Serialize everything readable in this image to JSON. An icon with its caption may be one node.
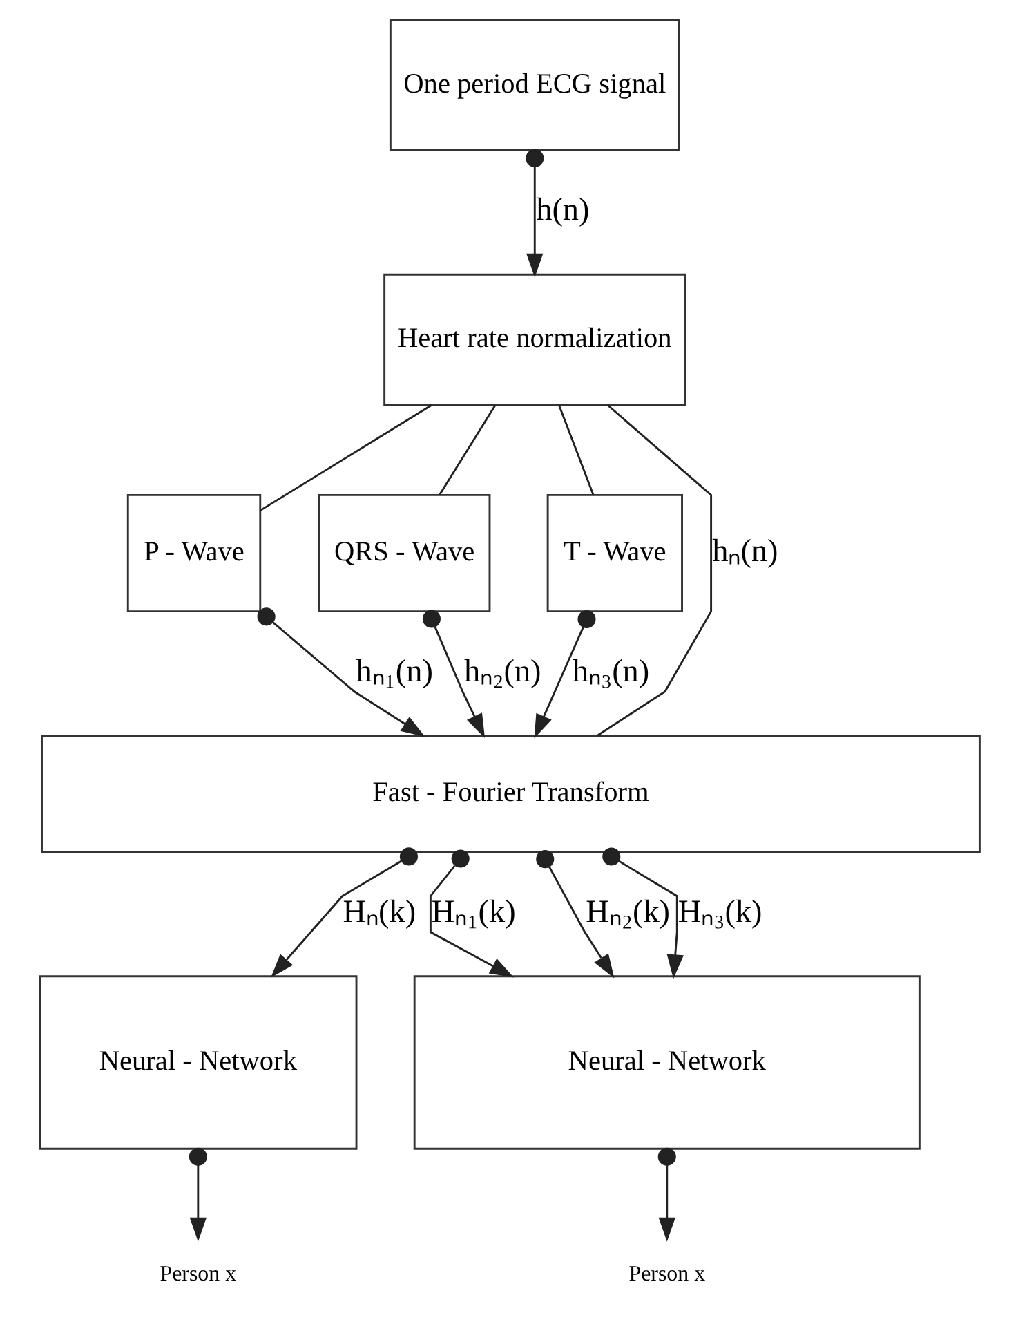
{
  "diagram": {
    "nodes": [
      {
        "text": [
          "One period ECG signal"
        ]
      },
      {
        "text": [
          "Heart rate normalization"
        ]
      },
      {
        "text": [
          "P - Wave"
        ]
      },
      {
        "text": [
          "QRS - Wave"
        ]
      },
      {
        "text": [
          "T - Wave"
        ]
      },
      {
        "text": [
          "Fast - Fourier Transform"
        ]
      },
      {
        "text": [
          "Neural - Network"
        ]
      },
      {
        "text": [
          "Neural - Network"
        ]
      },
      {
        "text": [
          "Person x"
        ]
      },
      {
        "text": [
          "Person x"
        ]
      }
    ],
    "edges": [
      {
        "from": 0,
        "to": 1,
        "arrow": "to",
        "label": "h(n)"
      },
      {
        "from": 1,
        "to": 5,
        "arrow": "none",
        "label": "hₙ(n)"
      },
      {
        "from": 1,
        "to": 2,
        "arrow": "none"
      },
      {
        "from": 1,
        "to": 3,
        "arrow": "none"
      },
      {
        "from": 1,
        "to": 4,
        "arrow": "none"
      },
      {
        "from": 2,
        "to": 5,
        "arrow": "to",
        "label": "hₙ₁(n)"
      },
      {
        "from": 3,
        "to": 5,
        "arrow": "to",
        "label": "hₙ₂(n)"
      },
      {
        "from": 4,
        "to": 5,
        "arrow": "to",
        "label": "hₙ₃(n)"
      },
      {
        "from": 5,
        "to": 6,
        "arrow": "to",
        "label": "Hₙ(k)"
      },
      {
        "from": 5,
        "to": 7,
        "arrow": "to",
        "label": "Hₙ₁(k)"
      },
      {
        "from": 5,
        "to": 7,
        "arrow": "to",
        "label": "Hₙ₂(k)"
      },
      {
        "from": 5,
        "to": 7,
        "arrow": "to",
        "label": "Hₙ₃(k)"
      },
      {
        "from": 6,
        "to": 8,
        "arrow": "to"
      },
      {
        "from": 7,
        "to": 9,
        "arrow": "to"
      }
    ]
  }
}
